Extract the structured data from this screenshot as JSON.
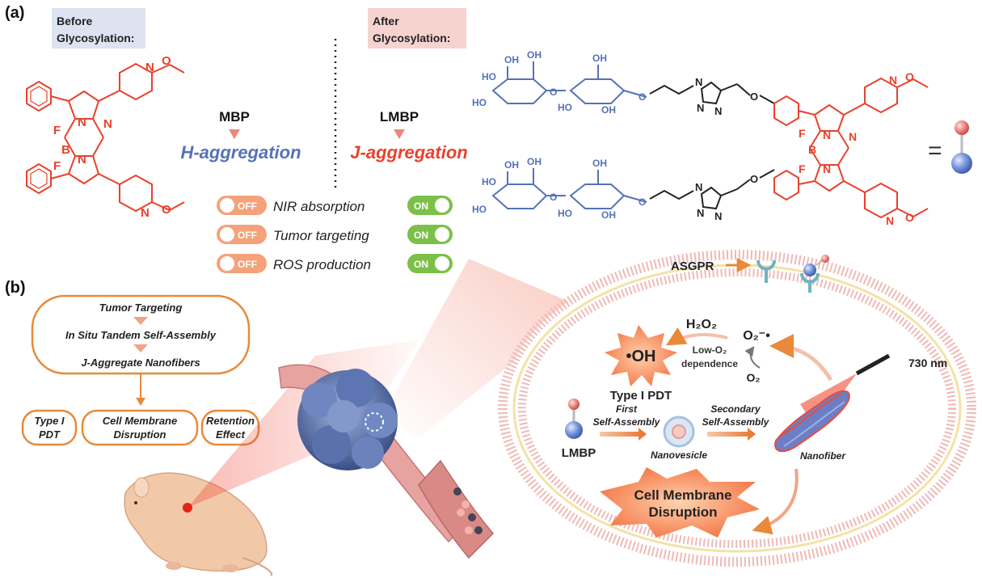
{
  "panel_a": {
    "label": "(a)",
    "before_tag": [
      "Before",
      "Glycosylation:"
    ],
    "after_tag": [
      "After",
      "Glycosylation:"
    ],
    "mbp_name": "MBP",
    "mbp_state": "H-aggregation",
    "lmbp_name": "LMBP",
    "lmbp_state": "J-aggregation",
    "toggles": [
      {
        "name": "NIR absorption",
        "before": "OFF",
        "after": "ON"
      },
      {
        "name": "Tumor targeting",
        "before": "OFF",
        "after": "ON"
      },
      {
        "name": "ROS production",
        "before": "OFF",
        "after": "ON"
      }
    ],
    "equals": "=",
    "atoms": {
      "B": "B",
      "F": "F",
      "N": "N",
      "O": "O",
      "OH": "OH",
      "HO": "HO"
    }
  },
  "panel_b": {
    "label": "(b)",
    "flow": [
      "Tumor Targeting",
      "In Situ Tandem Self-Assembly",
      "J-Aggregate Nanofibers"
    ],
    "outcomes": [
      [
        "Type I",
        "PDT"
      ],
      [
        "Cell Membrane",
        "Disruption"
      ],
      [
        "Retention",
        "Effect"
      ]
    ],
    "cell": {
      "asgpr": "ASGPR",
      "h2o2": "H₂O₂",
      "superoxide": "O₂⁻•",
      "low_o2": [
        "Low-O₂",
        "dependence"
      ],
      "o2": "O₂",
      "hydroxyl": "•OH",
      "type1_pdt": "Type I PDT",
      "laser": "730 nm",
      "first_sa": [
        "First",
        "Self-Assembly"
      ],
      "second_sa": [
        "Secondary",
        "Self-Assembly"
      ],
      "lmbp": "LMBP",
      "nanovesicle": "Nanovesicle",
      "nanofiber": "Nanofiber",
      "membrane_disruption": [
        "Cell Membrane",
        "Disruption"
      ]
    }
  },
  "colors": {
    "red": "#e8412c",
    "blue": "#5572b8",
    "orange": "#e88a3a",
    "green": "#7cc04a",
    "before_bg": "#dde3f0",
    "after_bg": "#f6d3cf"
  }
}
